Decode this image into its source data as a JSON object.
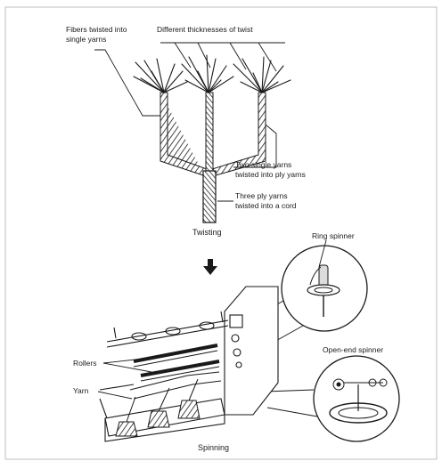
{
  "twisting": {
    "label_fibers": [
      "Fibers twisted into",
      "single yarns"
    ],
    "label_thickness": "Different thicknesses of twist",
    "label_two_ply": [
      "Two single yarns",
      "twisted into ply yarns"
    ],
    "label_three_ply": [
      "Three ply yarns",
      "twisted into a cord"
    ],
    "caption": "Twisting"
  },
  "spinning": {
    "label_ring": "Ring spinner",
    "label_open_end": "Open-end spinner",
    "label_rollers": "Rollers",
    "label_yarn": "Yarn",
    "caption": "Spinning"
  },
  "colors": {
    "ink": "#1a1a1a",
    "paper": "#ffffff",
    "frame": "#bfbfbf"
  },
  "icons": {
    "flow_arrow": "down-arrow-icon"
  }
}
